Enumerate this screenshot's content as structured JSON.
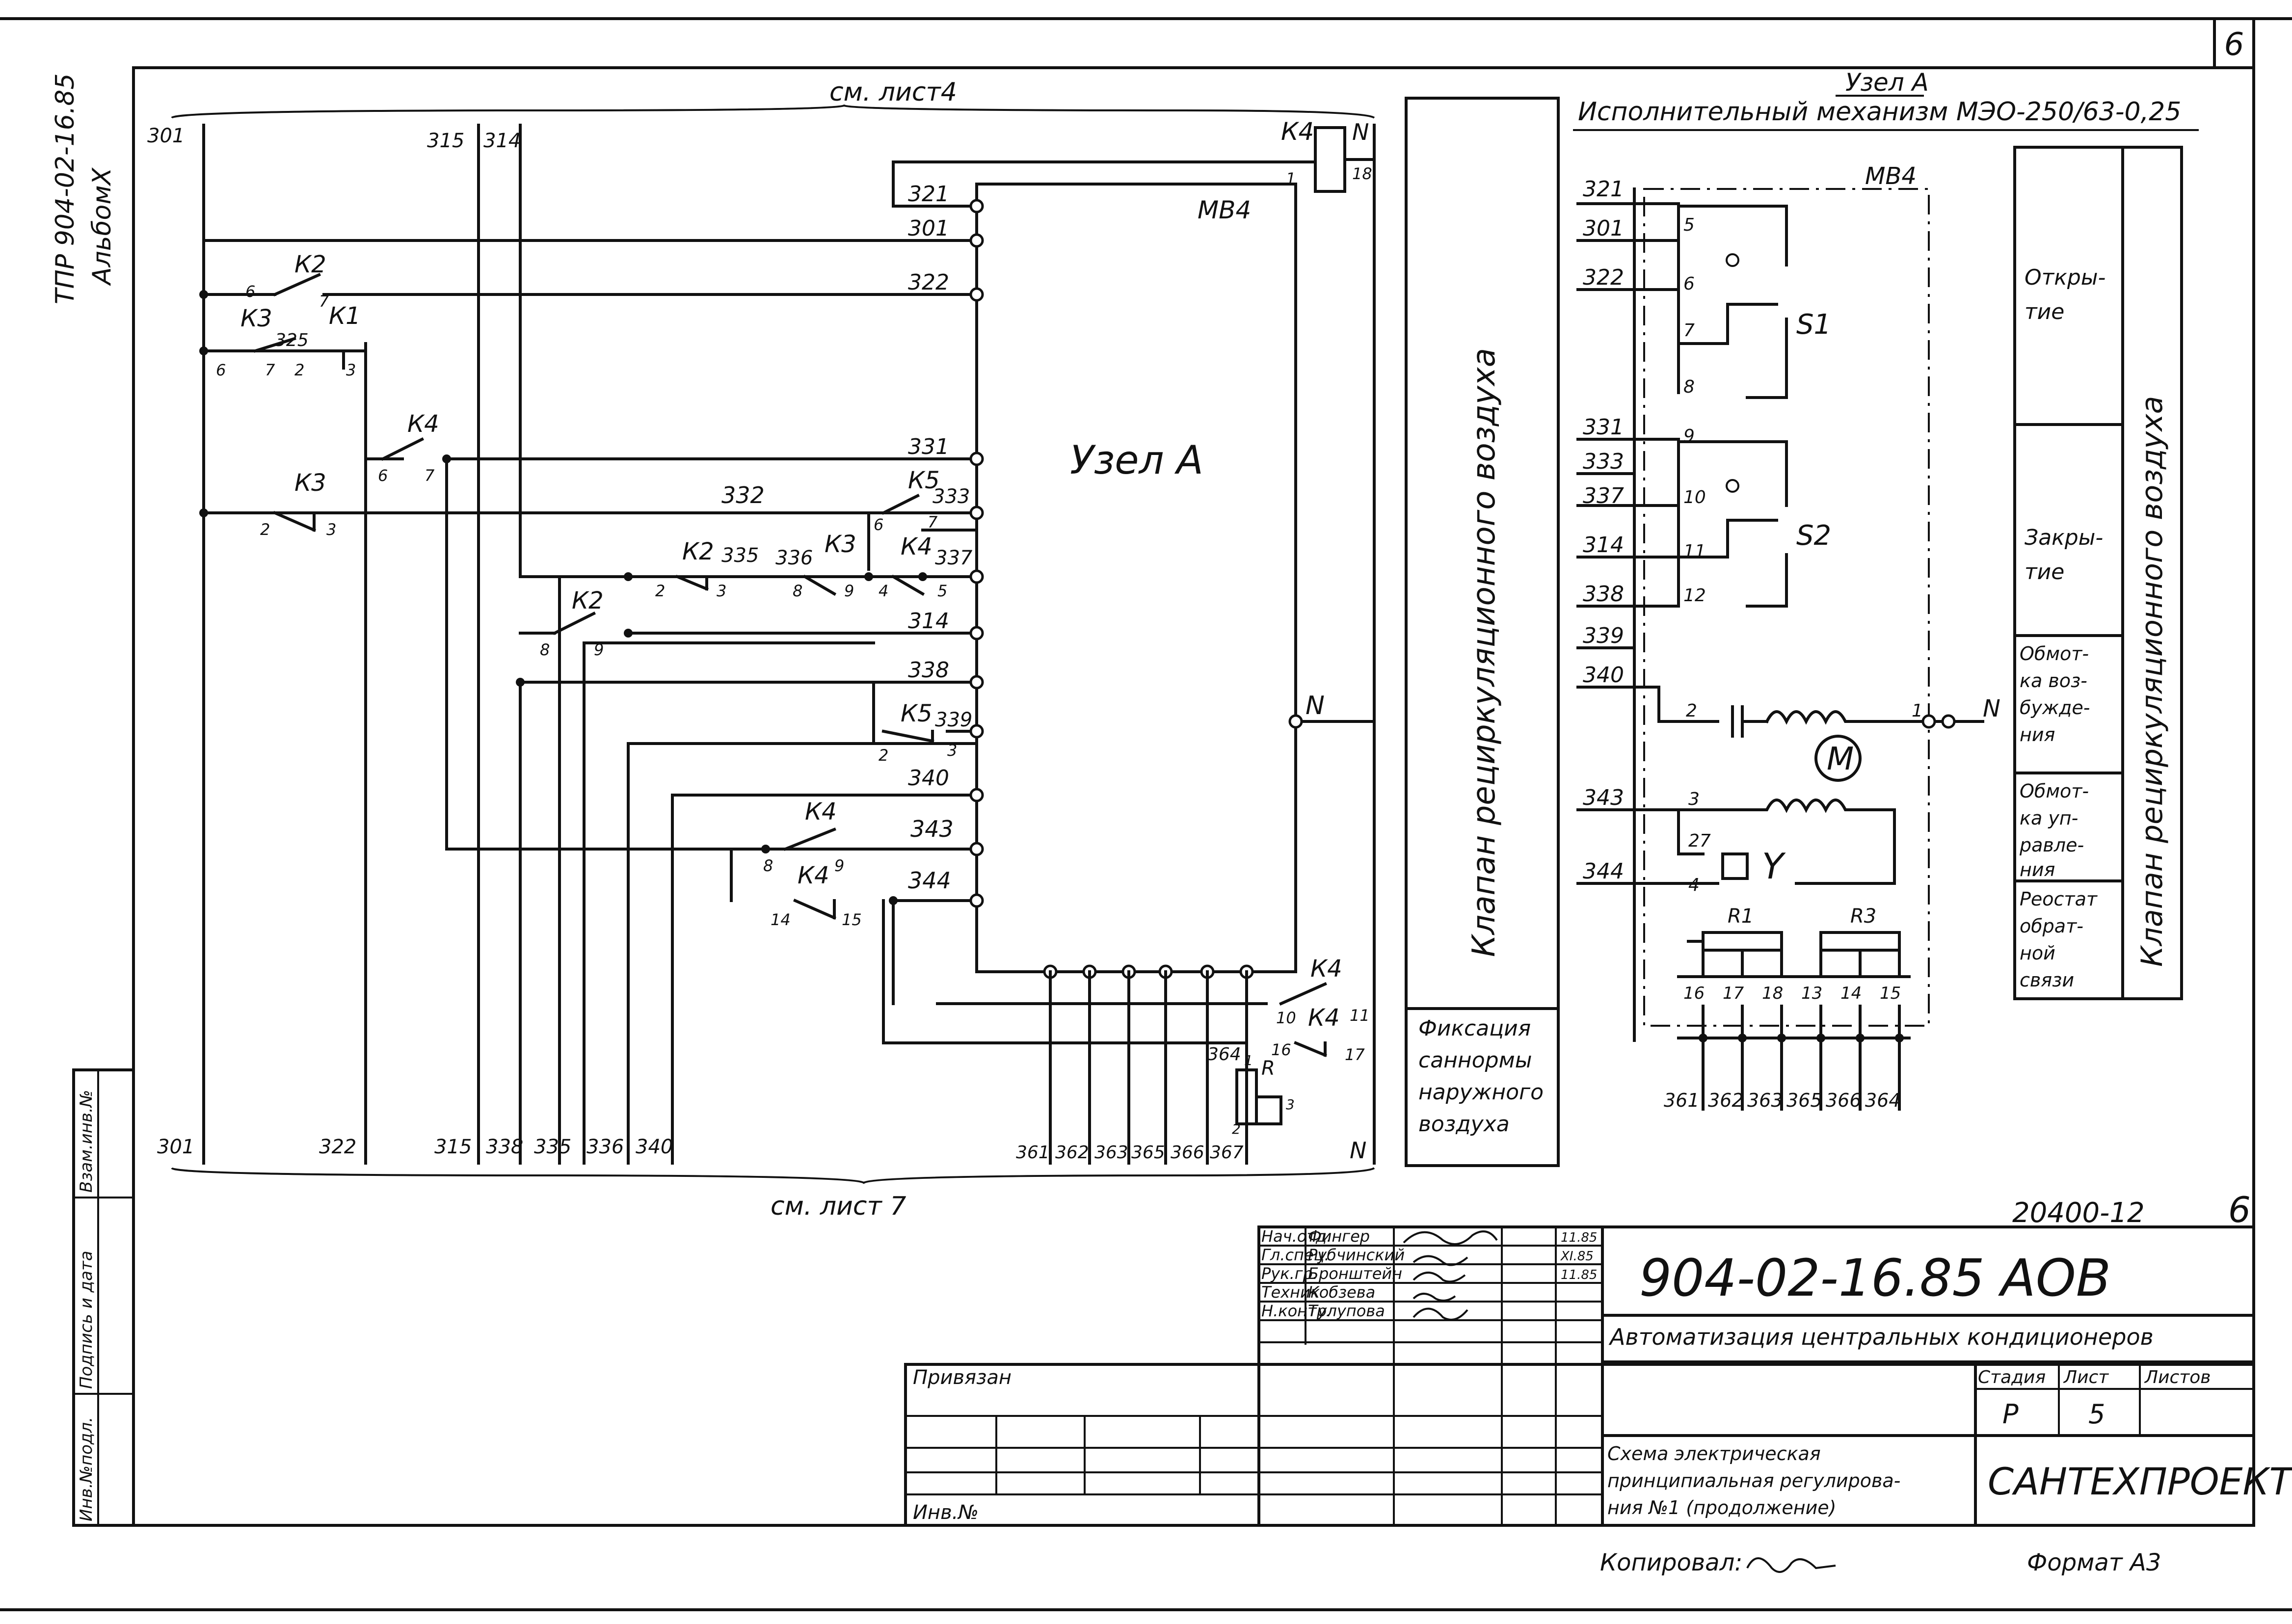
{
  "sheet": {
    "corner_mark": "6",
    "page_number": "6",
    "see_sheet_top": "см. лист4",
    "see_sheet_bottom": "см. лист 7",
    "project_code": "ТПР 904-02-16.85",
    "album": "АльбомX"
  },
  "left_margin_stamps": [
    "Инв.№подл.",
    "Подпись и дата",
    "Взам.инв.№"
  ],
  "schematic": {
    "left_top_wires": [
      "301",
      "315",
      "314"
    ],
    "left_bottom_wires": [
      "301",
      "322",
      "315",
      "338",
      "335",
      "336",
      "340"
    ],
    "relay_k4_top": {
      "name": "К4",
      "pin_a": "1",
      "pin_b": "18",
      "neutral": "N"
    },
    "contacts": [
      {
        "id": "k2-a",
        "name": "К2",
        "pins": [
          "6",
          "7"
        ]
      },
      {
        "id": "k3-a",
        "name": "К3",
        "pins": [
          "6",
          "7"
        ]
      },
      {
        "id": "k1",
        "name": "К1",
        "pins": [
          "2",
          "3"
        ],
        "wire": "325"
      },
      {
        "id": "k4-a",
        "name": "К4",
        "pins": [
          "6",
          "7"
        ]
      },
      {
        "id": "k3-b",
        "name": "К3",
        "pins": [
          "2",
          "3"
        ],
        "wire": "332"
      },
      {
        "id": "k5-a",
        "name": "К5",
        "pins": [
          "6",
          "7"
        ],
        "wire": "333"
      },
      {
        "id": "k2-b",
        "name": "К2",
        "pins": [
          "2",
          "3"
        ],
        "wire": "335"
      },
      {
        "id": "k3-c",
        "name": "К3",
        "pins": [
          "8",
          "9"
        ],
        "wire": "336"
      },
      {
        "id": "k4-b",
        "name": "К4",
        "pins": [
          "4",
          "5"
        ],
        "wire": "337"
      },
      {
        "id": "k2-c",
        "name": "К2",
        "pins": [
          "8",
          "9"
        ]
      },
      {
        "id": "k5-b",
        "name": "К5",
        "pins": [
          "2",
          "3"
        ],
        "wire": "339"
      },
      {
        "id": "k4-c",
        "name": "К4",
        "pins": [
          "8",
          "9"
        ],
        "wire": "343"
      },
      {
        "id": "k4-d",
        "name": "К4",
        "pins": [
          "14",
          "15"
        ],
        "wire": "344"
      },
      {
        "id": "k4-e",
        "name": "К4",
        "pins": [
          "10",
          "11"
        ]
      },
      {
        "id": "k4-f",
        "name": "К4",
        "pins": [
          "16",
          "17"
        ]
      }
    ],
    "terminal_wires": [
      "321",
      "301",
      "322",
      "331",
      "333",
      "337",
      "314",
      "338",
      "339",
      "340",
      "343",
      "344"
    ],
    "node_block": {
      "name": "Узел А",
      "mb": "МВ4",
      "neutral": "N"
    },
    "bottom_terminals": [
      "361",
      "362",
      "363",
      "365",
      "366",
      "367"
    ],
    "rheostat": {
      "wire": "364",
      "name": "R",
      "pins": [
        "1",
        "2",
        "3"
      ]
    },
    "neutral_bottom": "N"
  },
  "valve_column": {
    "main_label": "Клапан рециркуляционного воздуха",
    "bottom_label": "Фиксация саннормы наружного воздуха"
  },
  "actuator": {
    "title": "Узел А",
    "subtitle": "Исполнительный механизм МЭО-250/63-0,25",
    "mb": "МВ4",
    "input_wires": [
      "321",
      "301",
      "322",
      "331",
      "333",
      "337",
      "314",
      "338",
      "339",
      "340",
      "343",
      "344"
    ],
    "switch_s1": {
      "name": "S1",
      "pins": [
        "5",
        "6",
        "7",
        "8"
      ]
    },
    "switch_s2": {
      "name": "S2",
      "pins": [
        "9",
        "10",
        "11",
        "12"
      ]
    },
    "motor": {
      "name": "М",
      "pins": [
        "2",
        "1"
      ],
      "neutral": "N"
    },
    "brake_coil": {
      "name": "Y",
      "pins": [
        "3",
        "27",
        "4"
      ]
    },
    "r1": {
      "name": "R1",
      "pins": [
        "16",
        "17",
        "18"
      ]
    },
    "r3": {
      "name": "R3",
      "pins": [
        "13",
        "14",
        "15"
      ]
    },
    "bottom_wires": [
      "361",
      "362",
      "363",
      "365",
      "366",
      "364"
    ]
  },
  "legend": {
    "items": [
      "Откры-тие",
      "Закры-тие",
      "Обмот-ка воз-бужде-ния",
      "Обмот-ка уп-равле-ния",
      "Реостат обрат-ной связи"
    ],
    "side_label": "Клапан рециркуляционного воздуха"
  },
  "title_block": {
    "drawing_number": "904-02-16.85 АОВ",
    "top_code": "20400-12",
    "staff": [
      {
        "role": "Нач.отд.",
        "name": "Фингер",
        "date": "11.85"
      },
      {
        "role": "Гл.спец.",
        "name": "Рубчинский",
        "date": "XI.85"
      },
      {
        "role": "Рук.гр.",
        "name": "Бронштейн",
        "date": "11.85"
      },
      {
        "role": "Техник",
        "name": "Кобзева",
        "date": ""
      },
      {
        "role": "Н.контр.",
        "name": "Тулупова",
        "date": ""
      }
    ],
    "project_title": "Автоматизация центральных кондиционеров",
    "sheet_title": "Схема электрическая принципиальная регулирования №1 (продолжение)",
    "stage_label": "Стадия",
    "sheet_label": "Лист",
    "sheets_label": "Листов",
    "stage": "Р",
    "sheet": "5",
    "sheets": "",
    "organization": "САНТЕХПРОЕКТ",
    "bound_label": "Привязан",
    "inv_label": "Инв.№"
  },
  "footer": {
    "copied": "Копировал:",
    "format": "Формат А3"
  }
}
